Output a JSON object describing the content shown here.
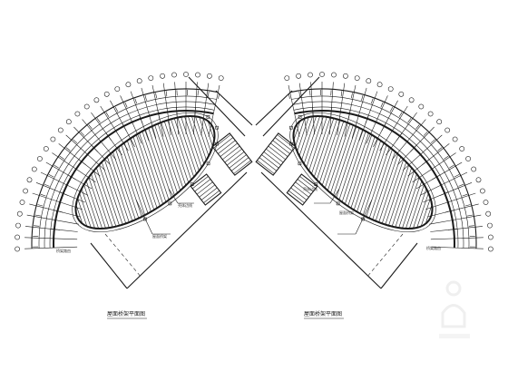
{
  "drawings": [
    {
      "id": "left",
      "caption": "屋面桥架平面图",
      "annotations": [
        "屋面桥架",
        "壳体边线",
        "桥架路由"
      ]
    },
    {
      "id": "right",
      "caption": "屋面桥架平面图",
      "annotations": [
        "屋面桥架",
        "壳体边线",
        "桥架路由"
      ]
    }
  ],
  "colors": {
    "line": "#1a1a1a",
    "background": "#ffffff",
    "watermark": "#e8e8e8"
  }
}
